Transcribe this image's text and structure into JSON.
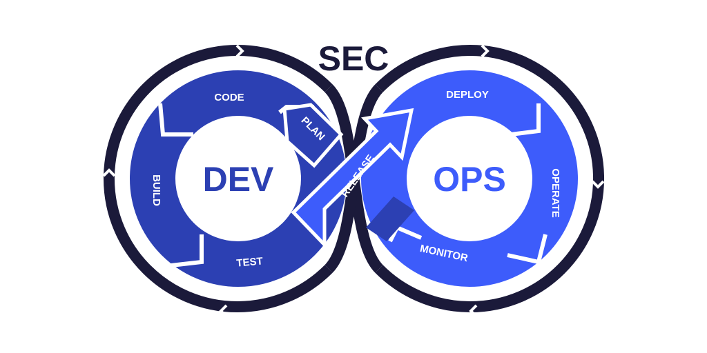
{
  "title": "SEC",
  "left_center": "DEV",
  "right_center": "OPS",
  "dev_stages": [
    "PLAN",
    "CODE",
    "BUILD",
    "TEST"
  ],
  "release": "RELEASE",
  "ops_stages": [
    "DEPLOY",
    "OPERATE",
    "MONITOR"
  ],
  "colors": {
    "dark": "#1b1a3a",
    "dev": "#2c40b3",
    "ops": "#3d5cfb",
    "white": "#ffffff"
  }
}
